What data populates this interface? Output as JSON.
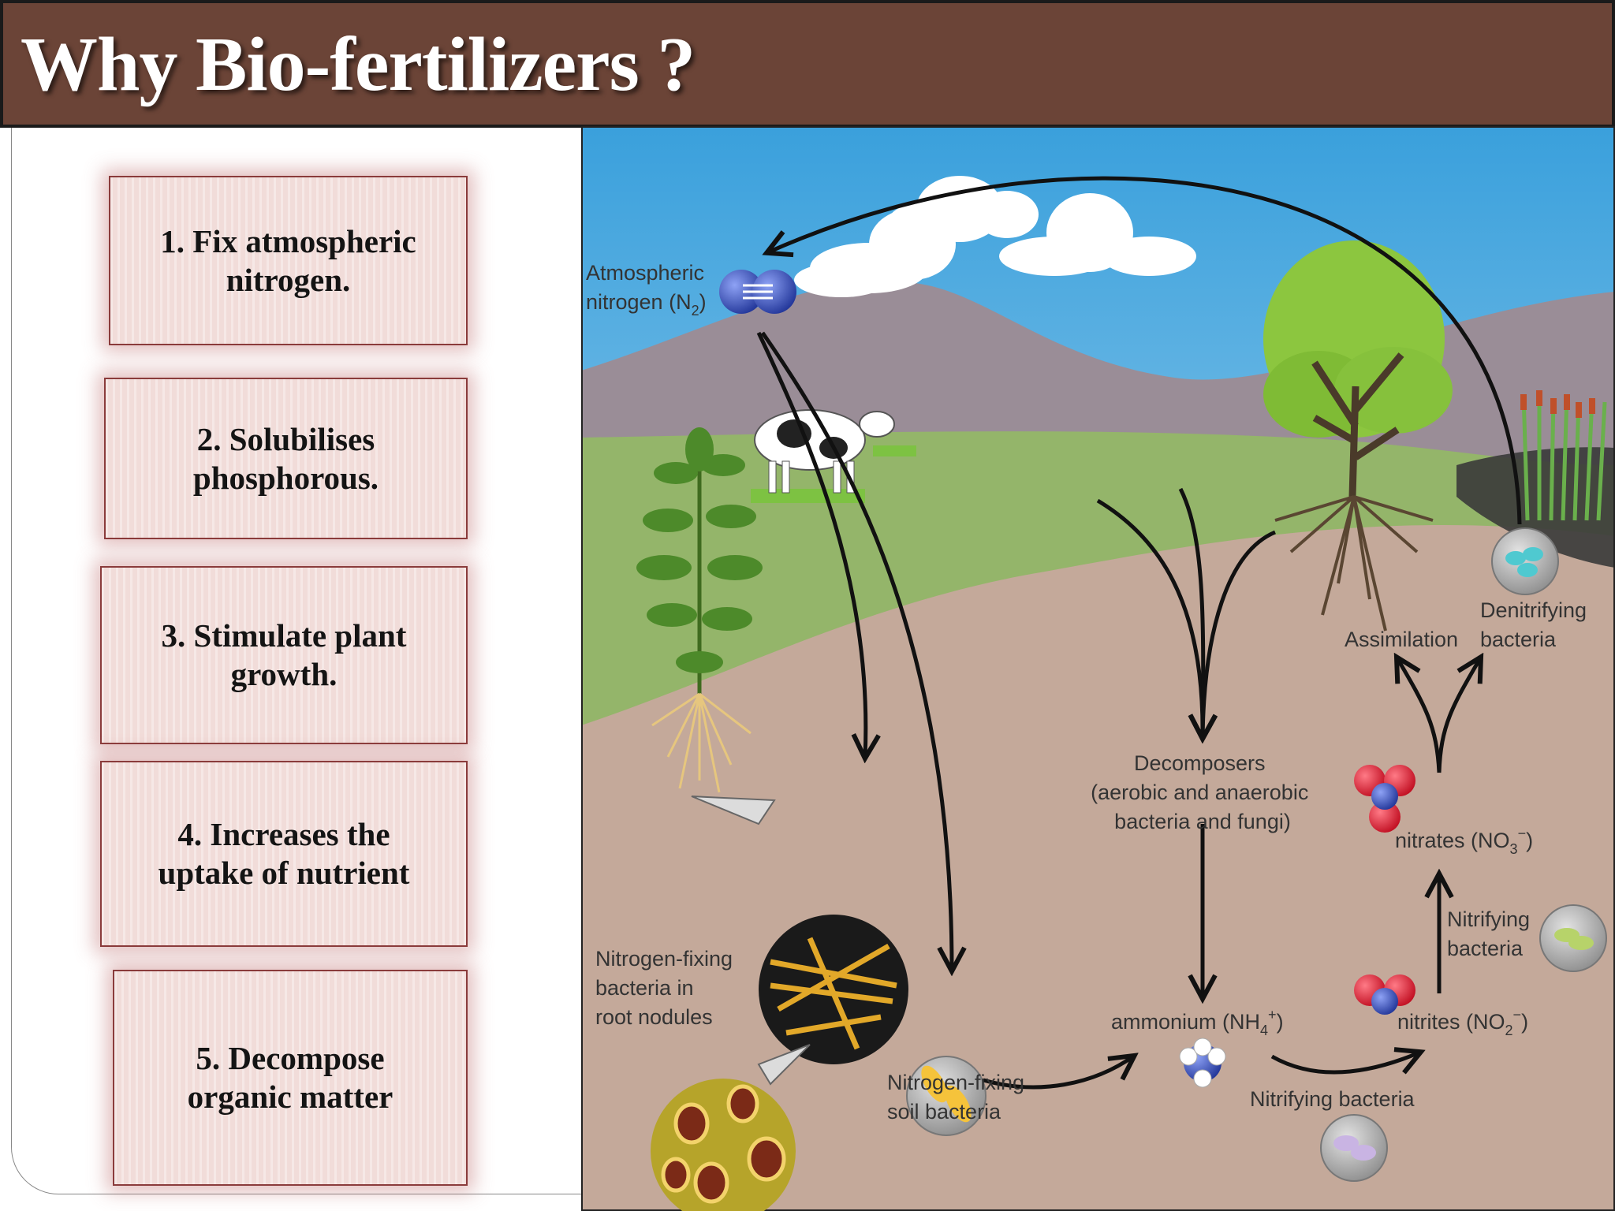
{
  "title": "Why Bio-fertilizers ?",
  "cards": [
    "1. Fix atmospheric\nnitrogen.",
    "2.  Solubilises\nphosphorous.",
    "3. Stimulate plant\ngrowth.",
    "4. Increases the\nuptake of nutrient",
    "5. Decompose\norganic matter"
  ],
  "diagram": {
    "atmospheric_nitrogen": [
      "Atmospheric",
      "nitrogen (N",
      "2",
      ")"
    ],
    "nfix_root": [
      "Nitrogen-fixing",
      "bacteria in",
      "root nodules"
    ],
    "nfix_soil": [
      "Nitrogen-fixing",
      "soil bacteria"
    ],
    "decomposers": [
      "Decomposers",
      "(aerobic and anaerobic",
      "bacteria and fungi)"
    ],
    "ammonium": [
      "ammonium (NH",
      "4",
      "+",
      ")"
    ],
    "nitrifying_bottom": "Nitrifying bacteria",
    "nitrites": [
      "nitrites (NO",
      "2",
      "−",
      ")"
    ],
    "nitrates": [
      "nitrates (NO",
      "3",
      "−",
      ")"
    ],
    "nitrifying_side": [
      "Nitrifying",
      "bacteria"
    ],
    "assimilation": "Assimilation",
    "denitrifying": [
      "Denitrifying",
      "bacteria"
    ]
  }
}
